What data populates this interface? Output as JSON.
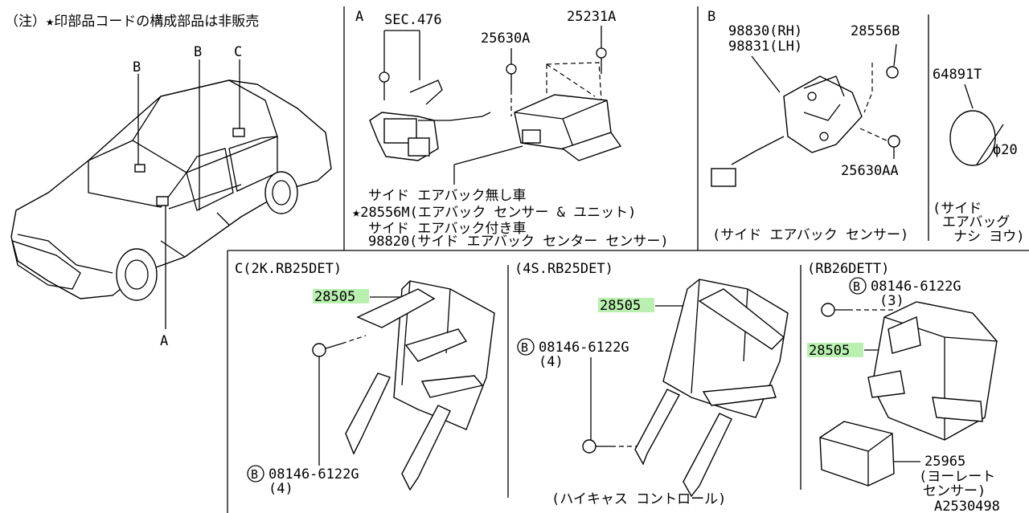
{
  "note": "（注）★印部品コードの構成部品は非販売",
  "car": {
    "callouts": [
      "B",
      "B",
      "C",
      "A"
    ]
  },
  "panel_a": {
    "title": "A",
    "sec": "SEC.476",
    "bolt1": "25630A",
    "bolt2": "25231A",
    "line1": "サイド エアバック無し車",
    "line2": "★28556M(エアバック センサー & ユニット)",
    "line3": "サイド エアバック付き車",
    "line4": "98820(サイド エアバック センター センサー)"
  },
  "panel_b": {
    "title": "B",
    "part_rh": "98830(RH)",
    "part_lh": "98831(LH)",
    "nut": "28556B",
    "bolt": "25630AA",
    "caption": "(サイド エアバック センサー)",
    "cap_part": "64891T",
    "cap_dim": "ϕ20",
    "cap_caption1": "(サイド",
    "cap_caption2": "エアバッグ",
    "cap_caption3": "ナシ ヨウ)"
  },
  "panel_c": {
    "title": "C(2K.RB25DET)",
    "part": "28505",
    "bolt_code": "08146-6122G",
    "bolt_qty": "(4)",
    "circle": "B"
  },
  "panel_d": {
    "title": "(4S.RB25DET)",
    "part": "28505",
    "bolt_code": "08146-6122G",
    "bolt_qty": "(4)",
    "circle": "B",
    "caption": "(ハイキャス コントロール)"
  },
  "panel_e": {
    "title": "(RB26DETT)",
    "bolt_code": "08146-6122G",
    "bolt_qty": "(3)",
    "circle": "B",
    "part": "28505",
    "sensor": "25965",
    "sensor_caption1": "(ヨーレート",
    "sensor_caption2": "センサー)"
  },
  "diagram_id": "A2530498"
}
